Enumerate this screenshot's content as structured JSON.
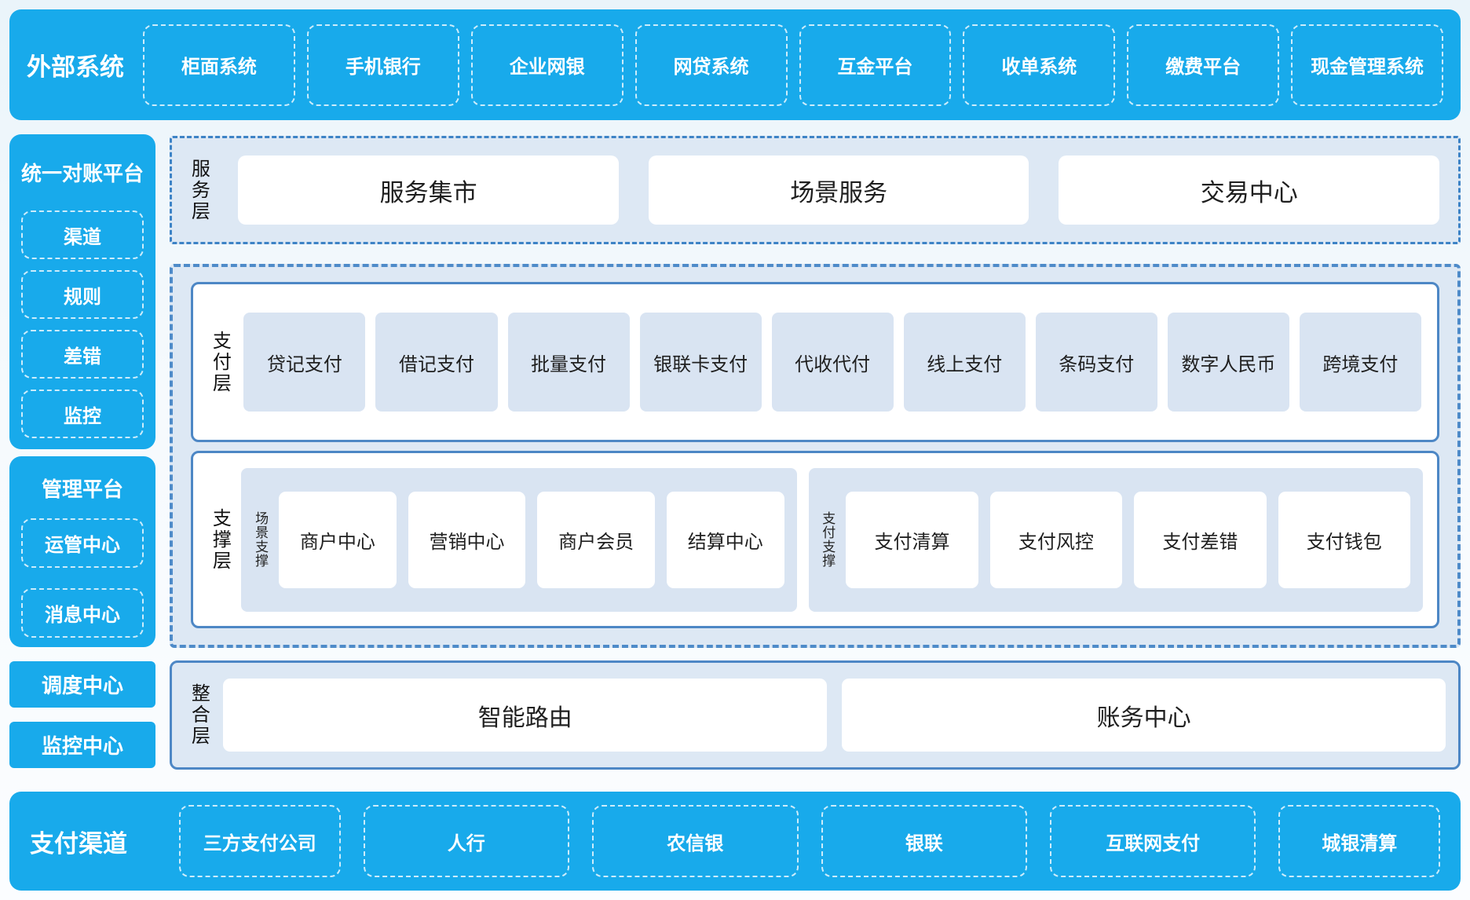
{
  "colors": {
    "accent_blue": "#18aaeb",
    "container_bg": "#dde8f4",
    "item_bg": "#d9e4f2",
    "solid_border": "#4d87c5",
    "dashed_border": "#4e8bc9",
    "text_dark": "#1a1a1a",
    "text_light": "#ffffff"
  },
  "external_systems": {
    "title": "外部系统",
    "items": [
      "柜面系统",
      "手机银行",
      "企业网银",
      "网贷系统",
      "互金平台",
      "收单系统",
      "缴费平台",
      "现金管理系统"
    ]
  },
  "reconciliation_platform": {
    "title": "统一对账平台",
    "items": [
      "渠道",
      "规则",
      "差错",
      "监控"
    ]
  },
  "management_platform": {
    "title": "管理平台",
    "items": [
      "运管中心",
      "消息中心"
    ]
  },
  "side_boxes": {
    "dispatch": "调度中心",
    "monitor": "监控中心"
  },
  "service_layer": {
    "label": "服务层",
    "items": [
      "服务集市",
      "场景服务",
      "交易中心"
    ]
  },
  "payment_layer": {
    "label": "支付层",
    "items": [
      "贷记支付",
      "借记支付",
      "批量支付",
      "银联卡支付",
      "代收代付",
      "线上支付",
      "条码支付",
      "数字人民币",
      "跨境支付"
    ]
  },
  "support_layer": {
    "label": "支撑层",
    "scene_group": {
      "label": "场景支撑",
      "items": [
        "商户中心",
        "营销中心",
        "商户会员",
        "结算中心"
      ]
    },
    "pay_group": {
      "label": "支付支撑",
      "items": [
        "支付清算",
        "支付风控",
        "支付差错",
        "支付钱包"
      ]
    }
  },
  "integration_layer": {
    "label": "整合层",
    "items": [
      "智能路由",
      "账务中心"
    ]
  },
  "payment_channels": {
    "title": "支付渠道",
    "items": [
      "三方支付公司",
      "人行",
      "农信银",
      "银联",
      "互联网支付",
      "城银清算"
    ]
  }
}
